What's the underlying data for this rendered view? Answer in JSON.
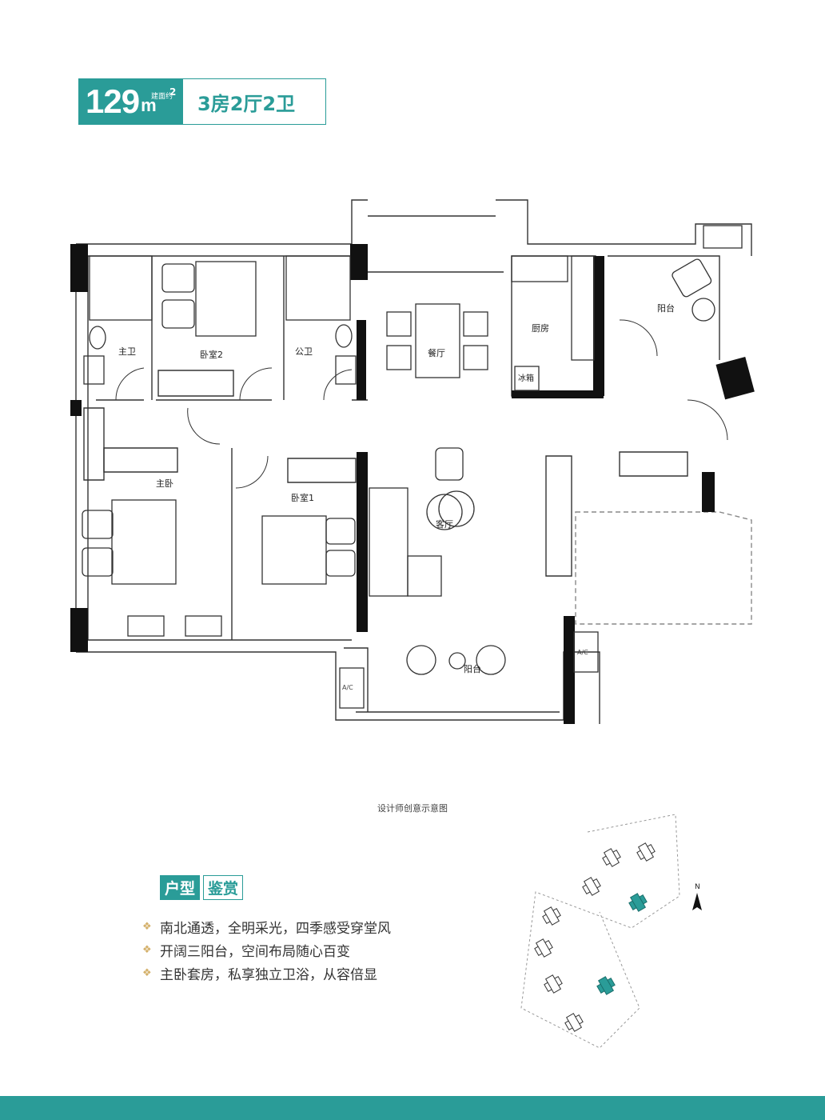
{
  "header": {
    "area": "129",
    "unit": "m",
    "area_note": "建面约",
    "superscript": "2",
    "layout": "3房2厅2卫"
  },
  "plan": {
    "rooms": {
      "master_bath": "主卫",
      "bedroom2": "卧室2",
      "public_bath": "公卫",
      "dining": "餐厅",
      "kitchen": "厨房",
      "fridge": "冰箱",
      "balcony_top": "阳台",
      "master_bedroom": "主卧",
      "bedroom1": "卧室1",
      "living": "客厅",
      "balcony_bottom": "阳台"
    },
    "ac_label": "A/C"
  },
  "caption": "设计师创意示意图",
  "features_tag": [
    "户型",
    "鉴赏"
  ],
  "features": [
    "南北通透，全明采光，四季感受穿堂风",
    "开阔三阳台，空间布局随心百变",
    "主卧套房，私享独立卫浴，从容倍显"
  ],
  "site_map": {
    "north": "N"
  },
  "colors": {
    "accent": "#2a9c98",
    "bullet": "#d4b06a",
    "wall": "#111111"
  }
}
